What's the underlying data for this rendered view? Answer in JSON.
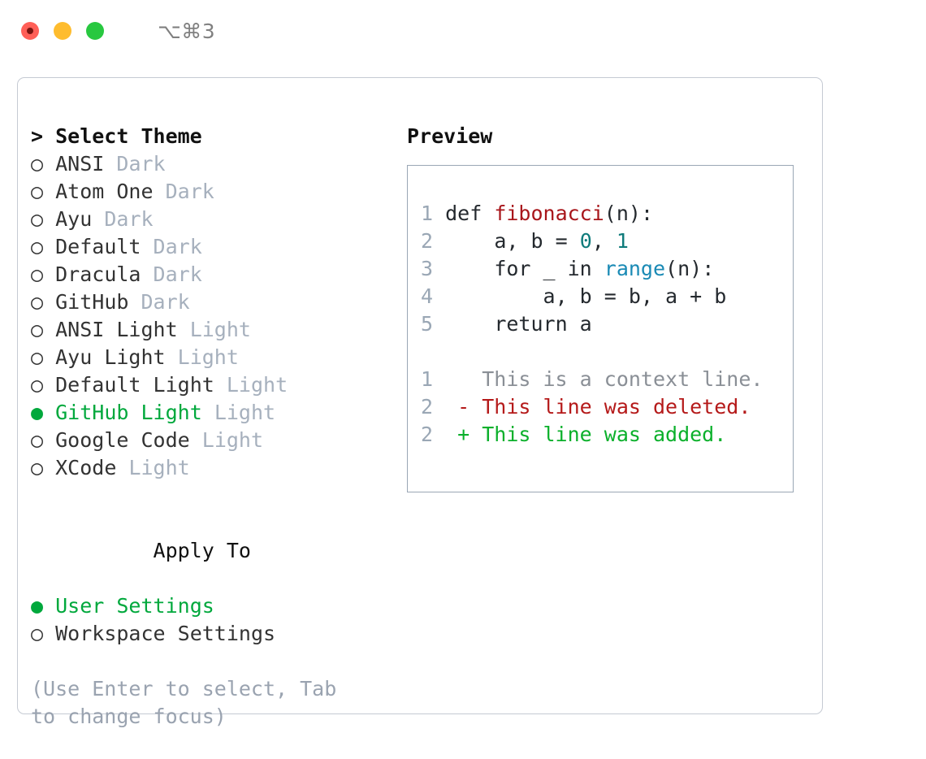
{
  "window": {
    "shortcut": "⌥⌘3",
    "traffic_lights": [
      "close-red",
      "minimize-yellow",
      "maximize-green"
    ],
    "colors": {
      "red": "#ff5f57",
      "yellow": "#febc2e",
      "green": "#28c840",
      "panel_border": "#c5cad3",
      "preview_border": "#9aa7b5",
      "accent_green": "#00a83c",
      "muted": "#a6b0bd",
      "hint": "#9aa3b0"
    }
  },
  "theme_picker": {
    "header": "> Select Theme",
    "bullet_unselected": "○",
    "bullet_selected": "●",
    "options": [
      {
        "label": "ANSI",
        "tag": "Dark",
        "selected": false
      },
      {
        "label": "Atom One",
        "tag": "Dark",
        "selected": false
      },
      {
        "label": "Ayu",
        "tag": "Dark",
        "selected": false
      },
      {
        "label": "Default",
        "tag": "Dark",
        "selected": false
      },
      {
        "label": "Dracula",
        "tag": "Dark",
        "selected": false
      },
      {
        "label": "GitHub",
        "tag": "Dark",
        "selected": false
      },
      {
        "label": "ANSI Light",
        "tag": "Light",
        "selected": false
      },
      {
        "label": "Ayu Light",
        "tag": "Light",
        "selected": false
      },
      {
        "label": "Default Light",
        "tag": "Light",
        "selected": false
      },
      {
        "label": "GitHub Light",
        "tag": "Light",
        "selected": true
      },
      {
        "label": "Google Code",
        "tag": "Light",
        "selected": false
      },
      {
        "label": "XCode",
        "tag": "Light",
        "selected": false
      }
    ]
  },
  "apply_to": {
    "header": "Apply To",
    "options": [
      {
        "label": "User Settings",
        "selected": true
      },
      {
        "label": "Workspace Settings",
        "selected": false
      }
    ]
  },
  "hint": "(Use Enter to select, Tab to change focus)",
  "preview": {
    "header": "Preview",
    "code_lines": [
      {
        "num": "1",
        "tokens": [
          {
            "t": "def ",
            "c": "kw"
          },
          {
            "t": "fibonacci",
            "c": "fn"
          },
          {
            "t": "(n):",
            "c": "plain"
          }
        ]
      },
      {
        "num": "2",
        "tokens": [
          {
            "t": "    a, b = ",
            "c": "plain"
          },
          {
            "t": "0",
            "c": "num"
          },
          {
            "t": ", ",
            "c": "plain"
          },
          {
            "t": "1",
            "c": "num"
          }
        ]
      },
      {
        "num": "3",
        "tokens": [
          {
            "t": "    for _ in ",
            "c": "kw"
          },
          {
            "t": "range",
            "c": "bi"
          },
          {
            "t": "(n):",
            "c": "plain"
          }
        ]
      },
      {
        "num": "4",
        "tokens": [
          {
            "t": "        a, b = b, a + b",
            "c": "plain"
          }
        ]
      },
      {
        "num": "5",
        "tokens": [
          {
            "t": "    return a",
            "c": "kw"
          }
        ]
      }
    ],
    "diff_lines": [
      {
        "num": "1",
        "marker": " ",
        "text": "This is a context line.",
        "kind": "context"
      },
      {
        "num": "2",
        "marker": "-",
        "text": "This line was deleted.",
        "kind": "deleted"
      },
      {
        "num": "2",
        "marker": "+",
        "text": "This line was added.",
        "kind": "added"
      }
    ]
  }
}
